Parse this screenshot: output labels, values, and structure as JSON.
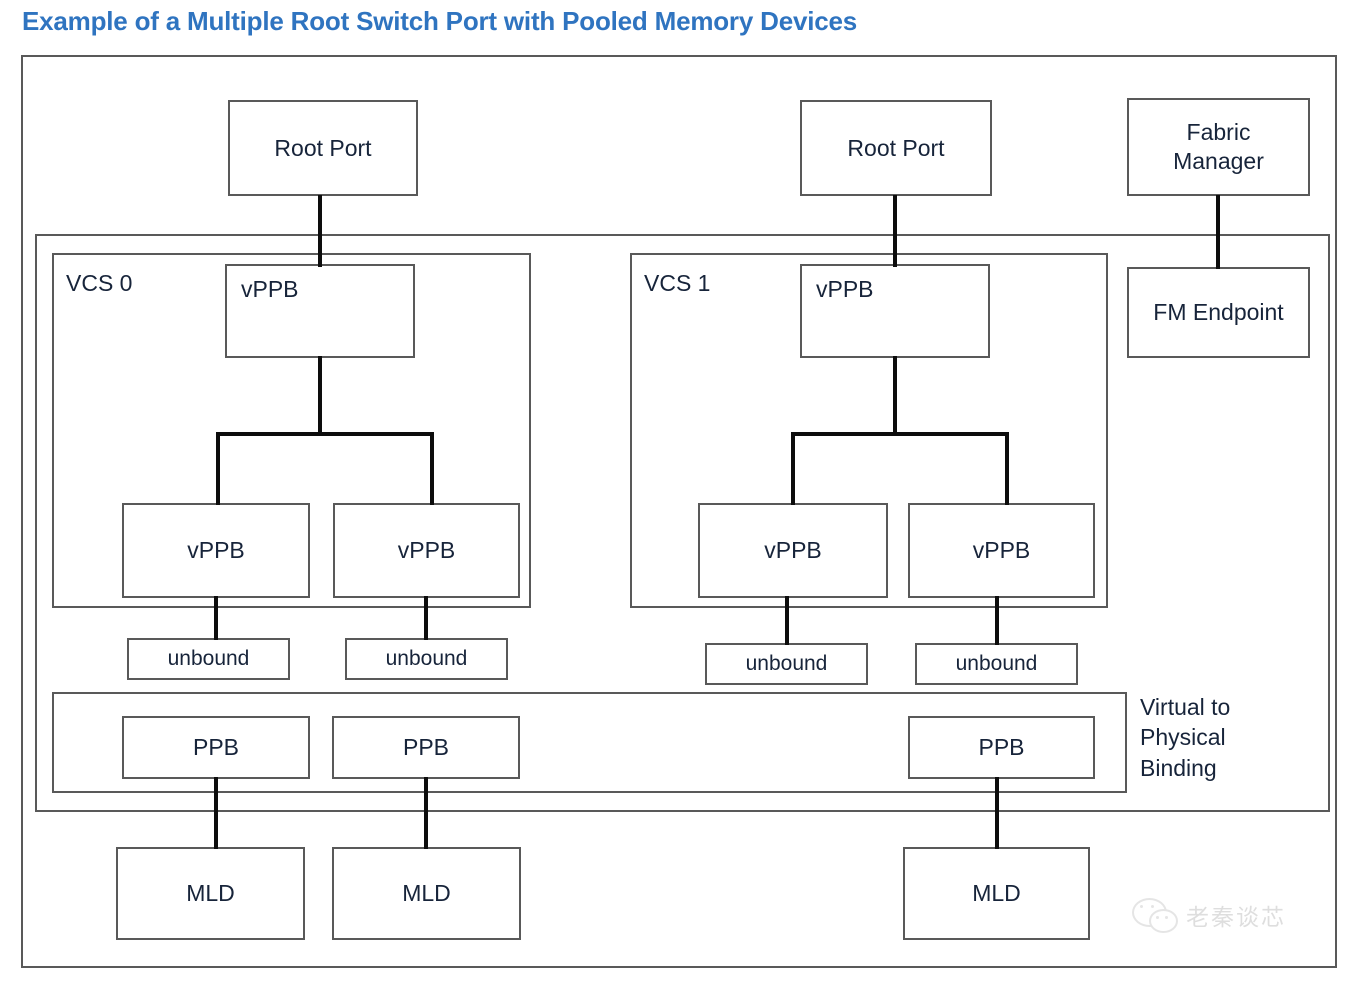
{
  "title": "Example of a Multiple Root Switch Port with Pooled Memory Devices",
  "colors": {
    "title": "#2F74C0",
    "box_border": "#595959",
    "line": "#0D0D0D",
    "text": "#17243A",
    "watermark": "#B8B8B8"
  },
  "diagram": {
    "root_ports": [
      {
        "label": "Root Port"
      },
      {
        "label": "Root Port"
      }
    ],
    "fabric_manager": {
      "label_line1": "Fabric",
      "label_line2": "Manager"
    },
    "fm_endpoint": {
      "label": "FM Endpoint"
    },
    "vcs": [
      {
        "name": "VCS 0",
        "upstream_vppb": "vPPB",
        "downstream_vppbs": [
          "vPPB",
          "vPPB"
        ]
      },
      {
        "name": "VCS 1",
        "upstream_vppb": "vPPB",
        "downstream_vppbs": [
          "vPPB",
          "vPPB"
        ]
      }
    ],
    "unbound_ports": [
      {
        "label": "unbound"
      },
      {
        "label": "unbound"
      },
      {
        "label": "unbound"
      },
      {
        "label": "unbound"
      }
    ],
    "binding": {
      "label_line1": "Virtual to",
      "label_line2": "Physical",
      "label_line3": "Binding",
      "ppbs": [
        "PPB",
        "PPB",
        "PPB"
      ]
    },
    "mlds": [
      {
        "label": "MLD"
      },
      {
        "label": "MLD"
      },
      {
        "label": "MLD"
      }
    ]
  },
  "watermark": {
    "text": "老秦谈芯",
    "icon": "wechat-icon"
  }
}
